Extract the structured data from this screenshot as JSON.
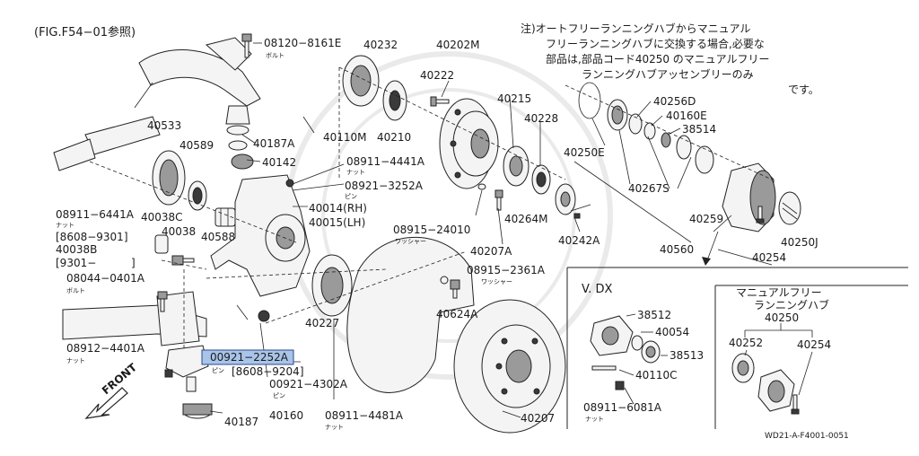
{
  "figure_ref": "(FIG.F54−01参照)",
  "note_lines": [
    "注)オートフリーランニングハブからマニュアル",
    "フリーランニングハブに交換する場合,必要な",
    "部品は,部品コード40250 のマニュアルフリー",
    "ランニングハブアッセンブリーのみ",
    "です。"
  ],
  "drawing_number": "WD21-A-F4001-0051",
  "front_label": "FRONT",
  "inset_vdx": {
    "title": "V. DX",
    "labels": [
      "38512",
      "40054",
      "38513",
      "40110C",
      "08911−6081A",
      "ナット"
    ]
  },
  "inset_manual": {
    "title_1": "マニュアルフリー",
    "title_2": "ランニングハブ",
    "code": "40250",
    "labels": [
      "40252",
      "40254"
    ]
  },
  "labels": {
    "p08120": "08120−8161E",
    "bolt1": "ボルト",
    "p40232": "40232",
    "p40202m": "40202M",
    "p40222": "40222",
    "p40533": "40533",
    "p40589": "40589",
    "p40187a": "40187A",
    "p40110m": "40110M",
    "p40210": "40210",
    "p40142": "40142",
    "p40215": "40215",
    "p40228": "40228",
    "p40256d": "40256D",
    "p40160e": "40160E",
    "p38514": "38514",
    "p40250e": "40250E",
    "p40267s": "40267S",
    "p08911_4441a": "08911−4441A",
    "nut1": "ナット",
    "p08921_3252a": "08921−3252A",
    "pin1": "ピン",
    "p40014": "40014(RH)",
    "p40015": "40015(LH)",
    "p08911_6441a": "08911−6441A",
    "nut2": "ナット",
    "p40038c": "40038C",
    "p40038": "40038",
    "p40588": "40588",
    "r8608_9301": "[8608−9301]",
    "p40038b": "40038B",
    "r9301": "[9301−",
    "bracket_close": "]",
    "p08044": "08044−0401A",
    "bolt2": "ボルト",
    "p08915_24010": "08915−24010",
    "washer1": "ワッシャー",
    "p40264m": "40264M",
    "p40242a": "40242A",
    "p40259": "40259",
    "p40560": "40560",
    "p40254": "40254",
    "p40250j": "40250J",
    "p40207a": "40207A",
    "p08915_2361a": "08915−2361A",
    "washer2": "ワッシャー",
    "p40624a": "40624A",
    "p40227": "40227",
    "p08912_4401a": "08912−4401A",
    "nut3": "ナット",
    "p00921_2252a": "00921−2252A",
    "pin2": "ピン",
    "r8608_9204": "[8608−9204]",
    "p00921_4302a": "00921−4302A",
    "pin3": "ピン",
    "p40187": "40187",
    "p40160": "40160",
    "p08911_4481a": "08911−4481A",
    "nut4": "ナット",
    "p40207": "40207"
  },
  "colors": {
    "highlight": "#a8c4e8",
    "ink": "#1a1a1a"
  }
}
